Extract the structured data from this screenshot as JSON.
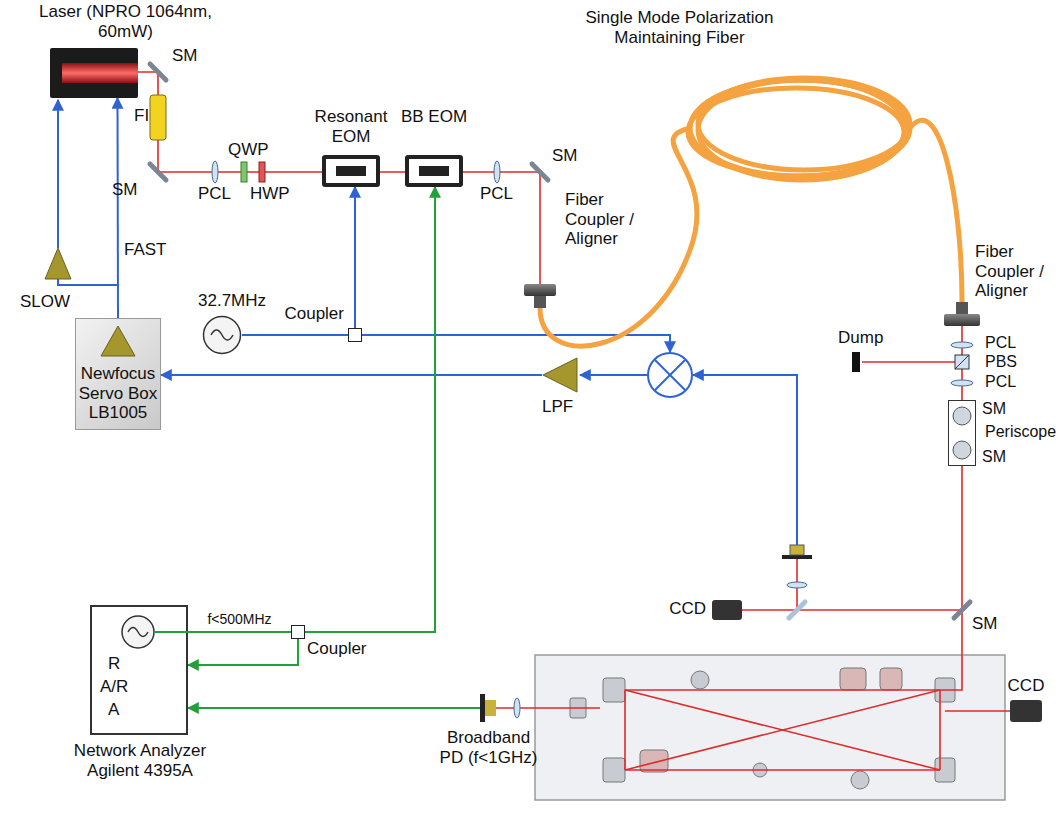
{
  "diagram": {
    "nodes": [
      {
        "text": [
          "Laser (NPRO 1064nm, 60mW)"
        ]
      },
      {
        "text": [
          "Resonant EOM"
        ]
      },
      {
        "text": [
          "BB EOM"
        ]
      },
      {
        "text": [
          "Fiber Coupler / Aligner"
        ]
      },
      {
        "text": [
          "Fiber Coupler / Aligner"
        ]
      },
      {
        "text": [
          "32.7MHz"
        ]
      },
      {
        "text": [
          "Coupler"
        ]
      },
      {
        "text": [
          "Newfocus Servo Box LB1005"
        ]
      },
      {
        "text": [
          "LPF"
        ]
      },
      {
        "text": [
          "Periscope"
        ]
      },
      {
        "text": [
          "CCD"
        ]
      },
      {
        "text": [
          "Network Analyzer Agilent 4395A"
        ]
      },
      {
        "text": [
          "Coupler"
        ]
      },
      {
        "text": [
          "Broadband PD (f<1GHz)"
        ]
      },
      {
        "text": [
          "CCD"
        ]
      }
    ],
    "edges": [
      {
        "from": 5,
        "to": 6,
        "arrow": "none"
      },
      {
        "from": 6,
        "to": 1,
        "arrow": "to"
      },
      {
        "from": 8,
        "to": 7,
        "arrow": "to"
      },
      {
        "from": 7,
        "to": 0,
        "arrow": "to"
      },
      {
        "from": 3,
        "to": 4,
        "arrow": "none"
      },
      {
        "from": 11,
        "to": 12,
        "label": "f<500MHz",
        "arrow": "none"
      },
      {
        "from": 12,
        "to": 2,
        "arrow": "to"
      },
      {
        "from": 12,
        "to": 11,
        "arrow": "to"
      },
      {
        "from": 13,
        "to": 11,
        "arrow": "to"
      }
    ],
    "labels": [
      "SM",
      "FI",
      "SM",
      "PCL",
      "QWP",
      "HWP",
      "PCL",
      "SM",
      "Single Mode Polarization Maintaining Fiber",
      "FAST",
      "SLOW",
      "Dump",
      "PCL",
      "PBS",
      "PCL",
      "SM",
      "SM",
      "SM",
      "R",
      "A/R",
      "A"
    ]
  }
}
